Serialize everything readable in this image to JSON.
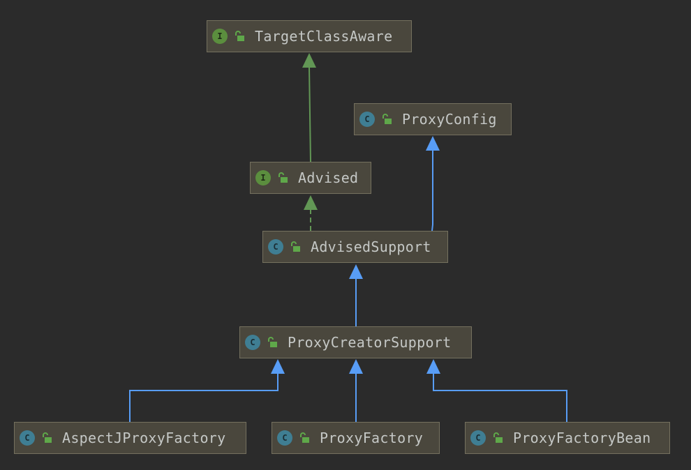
{
  "colors": {
    "background": "#2b2b2b",
    "node_fill": "#4a473d",
    "node_border": "#75715f",
    "text": "#c5c8c6",
    "interface_badge": "#5b8e3e",
    "class_badge": "#3f7e93",
    "extends_edge": "#589df6",
    "interface_edge": "#629755",
    "lock_icon": "#5fa84a"
  },
  "nodes": {
    "target_class_aware": {
      "name": "TargetClassAware",
      "kind": "interface",
      "badge": "I",
      "icon": "unlocked-icon"
    },
    "proxy_config": {
      "name": "ProxyConfig",
      "kind": "class",
      "badge": "C",
      "icon": "unlocked-icon"
    },
    "advised": {
      "name": "Advised",
      "kind": "interface",
      "badge": "I",
      "icon": "unlocked-icon"
    },
    "advised_support": {
      "name": "AdvisedSupport",
      "kind": "class",
      "badge": "C",
      "icon": "unlocked-icon"
    },
    "proxy_creator_support": {
      "name": "ProxyCreatorSupport",
      "kind": "class",
      "badge": "C",
      "icon": "unlocked-icon"
    },
    "aspectj_proxy_factory": {
      "name": "AspectJProxyFactory",
      "kind": "class",
      "badge": "C",
      "icon": "unlocked-icon"
    },
    "proxy_factory": {
      "name": "ProxyFactory",
      "kind": "class",
      "badge": "C",
      "icon": "unlocked-icon"
    },
    "proxy_factory_bean": {
      "name": "ProxyFactoryBean",
      "kind": "class",
      "badge": "C",
      "icon": "unlocked-icon"
    }
  },
  "edges": [
    {
      "from": "advised",
      "to": "target_class_aware",
      "type": "interface-extends",
      "style": "solid"
    },
    {
      "from": "advised_support",
      "to": "proxy_config",
      "type": "extends",
      "style": "solid"
    },
    {
      "from": "advised_support",
      "to": "advised",
      "type": "implements",
      "style": "dashed"
    },
    {
      "from": "proxy_creator_support",
      "to": "advised_support",
      "type": "extends",
      "style": "solid"
    },
    {
      "from": "aspectj_proxy_factory",
      "to": "proxy_creator_support",
      "type": "extends",
      "style": "solid"
    },
    {
      "from": "proxy_factory",
      "to": "proxy_creator_support",
      "type": "extends",
      "style": "solid"
    },
    {
      "from": "proxy_factory_bean",
      "to": "proxy_creator_support",
      "type": "extends",
      "style": "solid"
    }
  ]
}
